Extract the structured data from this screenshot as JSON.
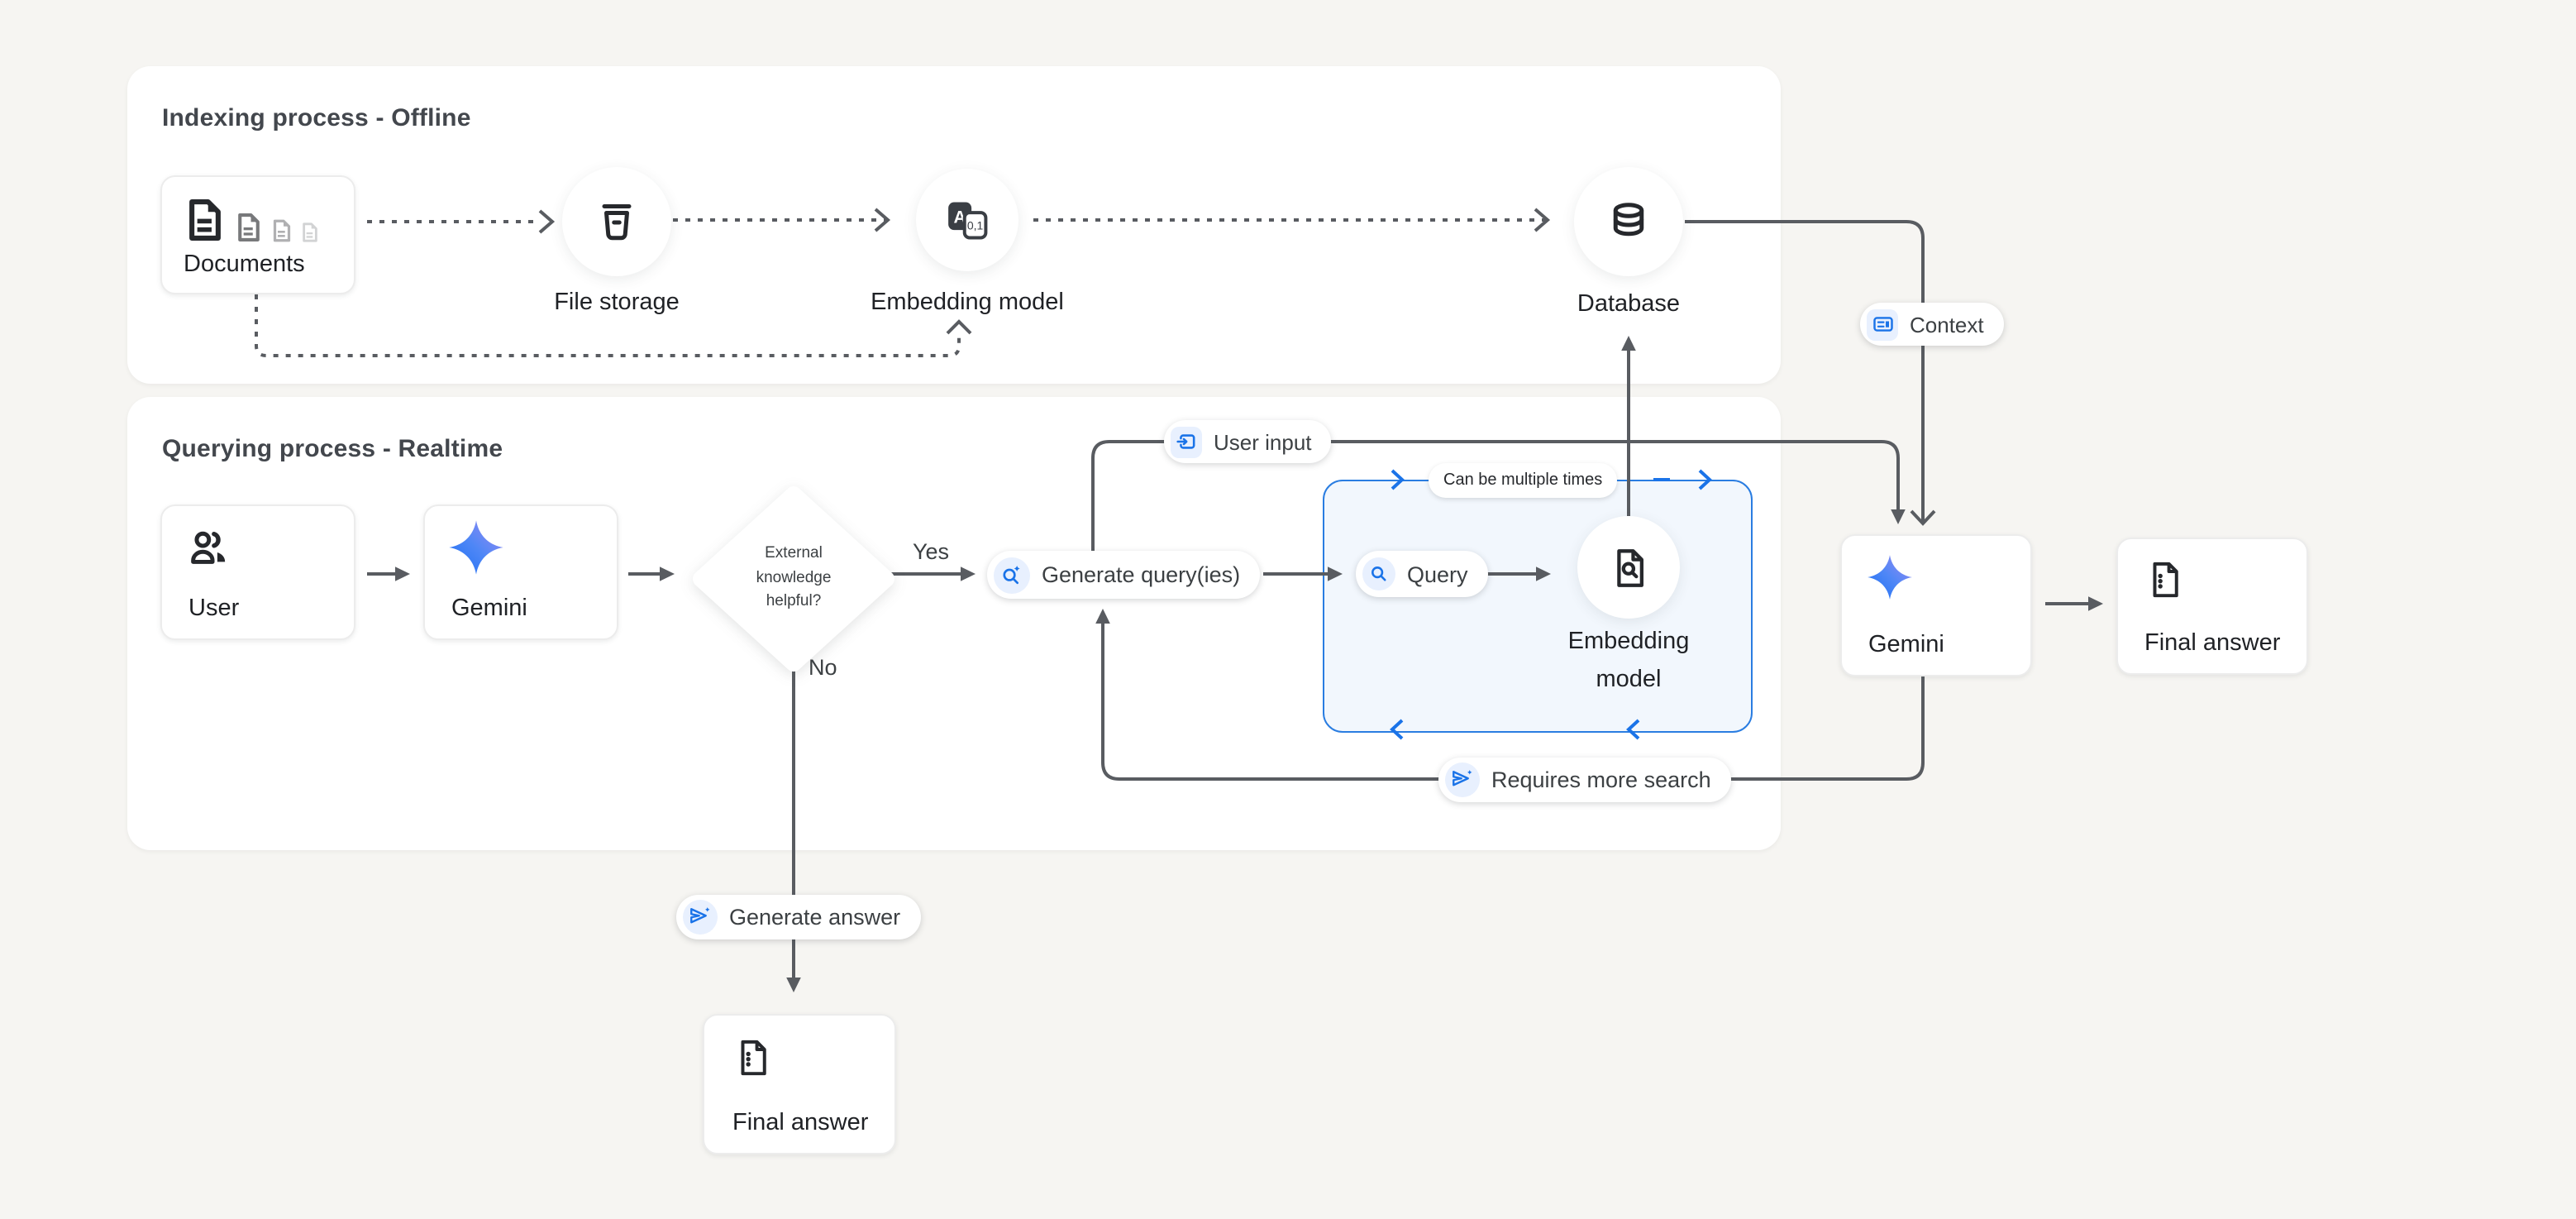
{
  "colors": {
    "accent_blue": "#1a73e8",
    "line_gray": "#595c61",
    "icon_chip_bg": "#e8f0fe",
    "loop_box_fill": "#f2f7fd",
    "loop_box_border": "#2a7de1",
    "panel_bg": "#ffffff",
    "page_bg": "#f6f5f2"
  },
  "indexing": {
    "title": "Indexing process - Offline",
    "nodes": {
      "documents": "Documents",
      "file_storage": "File storage",
      "embedding_model": "Embedding model",
      "database": "Database"
    },
    "embedding_icon": {
      "letter": "A",
      "digits": "0,1"
    }
  },
  "querying": {
    "title": "Querying process - Realtime",
    "nodes": {
      "user": "User",
      "gemini": "Gemini"
    },
    "decision": {
      "line1": "External",
      "line2": "knowledge",
      "line3": "helpful?",
      "yes": "Yes",
      "no": "No"
    },
    "labels": {
      "generate_queries": "Generate query(ies)",
      "user_input": "User input",
      "can_multiple": "Can be multiple times",
      "query": "Query",
      "requires_more_search": "Requires more search"
    },
    "embedding": {
      "line1": "Embedding",
      "line2": "model"
    }
  },
  "output": {
    "context": "Context",
    "gemini": "Gemini",
    "final_answer": "Final answer",
    "generate_answer": "Generate answer",
    "final_answer_bottom": "Final answer"
  },
  "icons": {
    "documents-icon": "stacked document files",
    "bucket-icon": "file storage bucket",
    "translate-icon": "text-to-numbers embedding (A / 0,1)",
    "database-icon": "database cylinder",
    "users-icon": "two people",
    "gemini-star-icon": "four point gradient star",
    "search-spark-icon": "magnifier with sparkle",
    "input-icon": "arrow entering box",
    "search-icon": "magnifier",
    "file-search-icon": "document with magnifier",
    "send-spark-icon": "paper plane with sparkle",
    "article-icon": "card with text lines",
    "file-list-icon": "document with dotted list"
  }
}
